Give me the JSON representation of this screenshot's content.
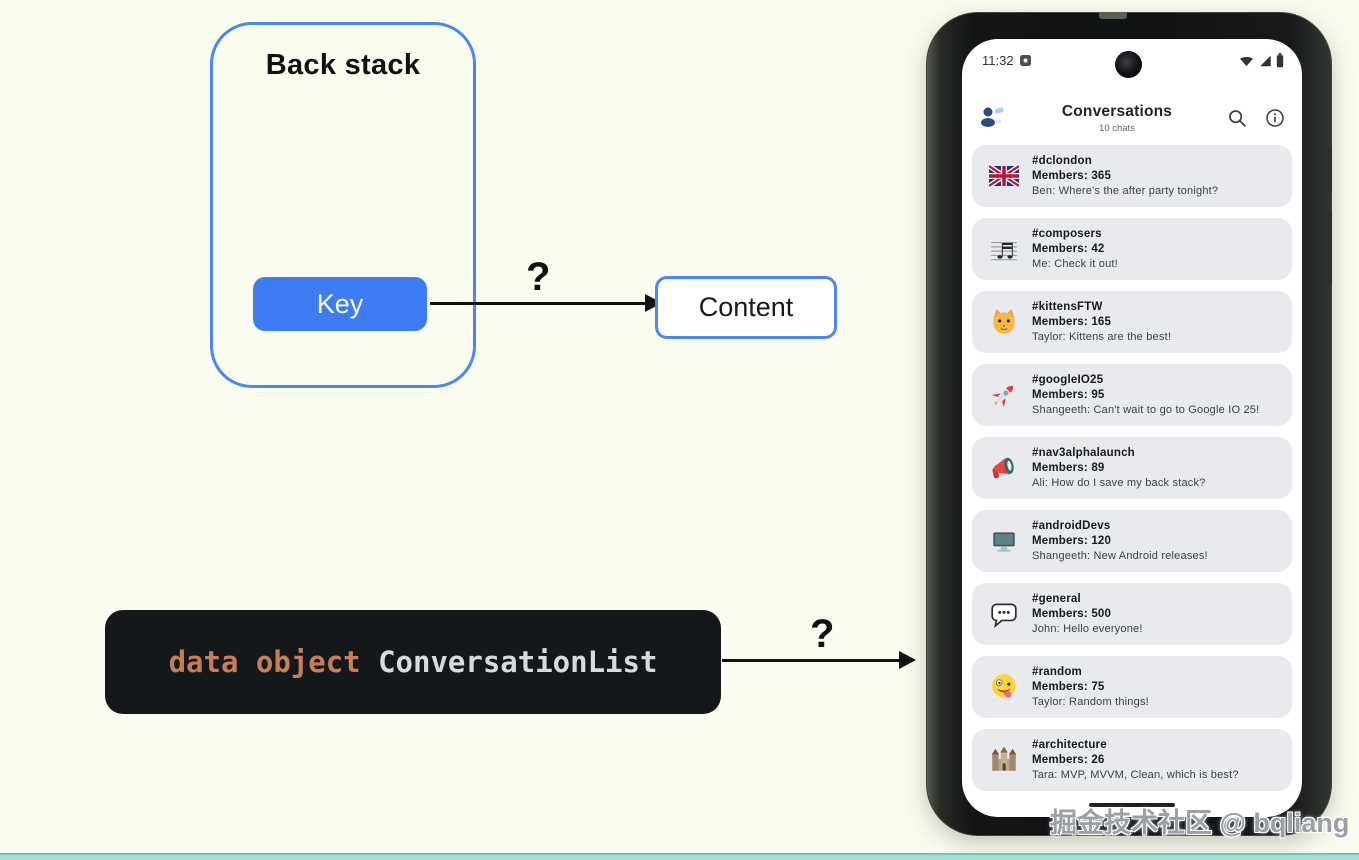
{
  "colors": {
    "background": "#fafcf0",
    "accent_blue": "#3e7cf3",
    "outline_blue": "#4b87f2",
    "card_bg": "#e8eaed",
    "code_bg": "#15181b",
    "code_keyword_color": "#c97e55",
    "code_identifier_color": "#d8dbde",
    "teal_strip": "#9ce1d7"
  },
  "diagram": {
    "back_stack_title": "Back stack",
    "key_label": "Key",
    "content_label": "Content",
    "arrow1_label": "?",
    "arrow2_label": "?"
  },
  "code_block": {
    "keyword": "data object",
    "identifier": "ConversationList"
  },
  "phone": {
    "status_bar": {
      "time": "11:32",
      "left_icons": [
        "notification-app-icon"
      ],
      "right_icons": [
        "wifi-icon",
        "signal-icon",
        "battery-icon"
      ]
    },
    "app_bar": {
      "left_icon": "people-icon",
      "title": "Conversations",
      "subtitle": "10 chats",
      "right_icons": [
        "search-icon",
        "info-icon"
      ]
    },
    "conversations": [
      {
        "icon": "flag-gb",
        "name": "#dclondon",
        "members": "Members: 365",
        "message": "Ben: Where's the after party tonight?"
      },
      {
        "icon": "musical-score",
        "name": "#composers",
        "members": "Members: 42",
        "message": "Me: Check it out!"
      },
      {
        "icon": "cat-face",
        "name": "#kittensFTW",
        "members": "Members: 165",
        "message": "Taylor: Kittens are the best!"
      },
      {
        "icon": "rocket",
        "name": "#googleIO25",
        "members": "Members: 95",
        "message": "Shangeeth: Can't wait to go to Google IO 25!"
      },
      {
        "icon": "megaphone",
        "name": "#nav3alphalaunch",
        "members": "Members: 89",
        "message": "Ali: How do I save my back stack?"
      },
      {
        "icon": "desktop-computer",
        "name": "#androidDevs",
        "members": "Members: 120",
        "message": "Shangeeth: New Android releases!"
      },
      {
        "icon": "speech-balloon",
        "name": "#general",
        "members": "Members: 500",
        "message": "John: Hello everyone!"
      },
      {
        "icon": "zany-face",
        "name": "#random",
        "members": "Members: 75",
        "message": "Taylor: Random things!"
      },
      {
        "icon": "castle",
        "name": "#architecture",
        "members": "Members: 26",
        "message": "Tara: MVP, MVVM, Clean, which is best?"
      }
    ]
  },
  "watermark": "掘金技术社区 @ bqliang"
}
